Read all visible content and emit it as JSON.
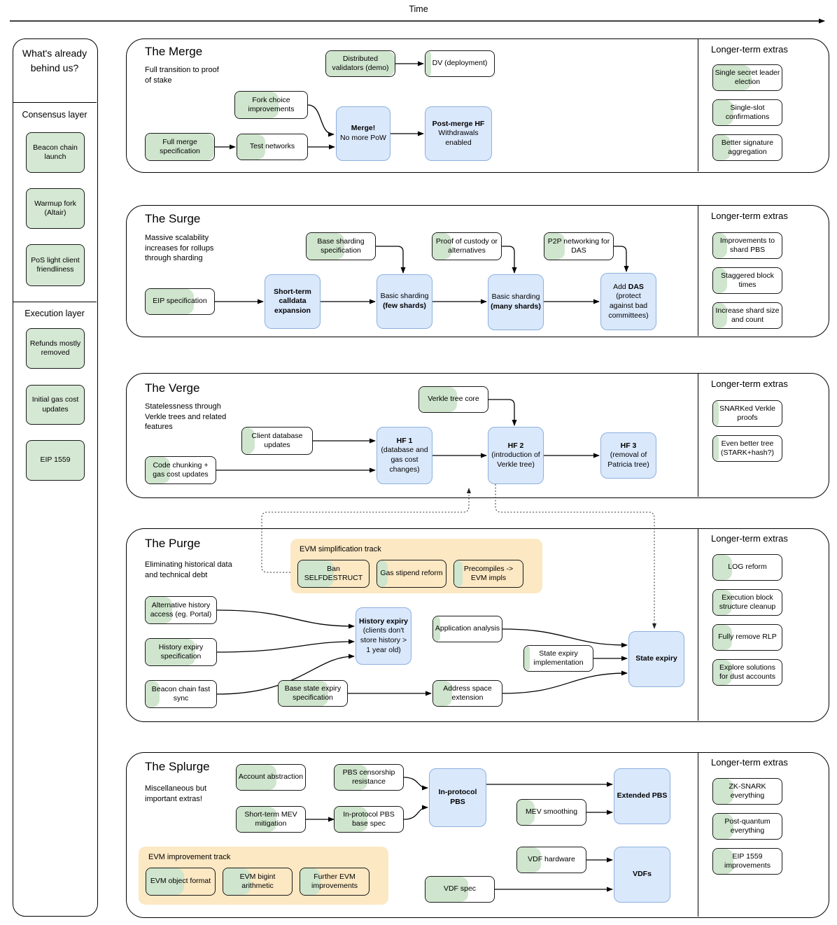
{
  "time_label": "Time",
  "colors": {
    "done_green": "#d5e8d4",
    "progress_green": "#cfe5cd",
    "milestone_blue": "#dae8fc",
    "milestone_blue_border": "#8db0dd",
    "track_yellow": "#fce8c3"
  },
  "sidebar": {
    "title": "What's already behind us?",
    "consensus": {
      "label": "Consensus layer",
      "items": [
        "Beacon chain launch",
        "Warmup fork (Altair)",
        "PoS light client friendliness"
      ]
    },
    "execution": {
      "label": "Execution layer",
      "items": [
        "Refunds mostly removed",
        "Initial gas cost updates",
        "EIP 1559"
      ]
    }
  },
  "merge": {
    "title": "The Merge",
    "subtitle": "Full transition to proof of stake",
    "extras_title": "Longer-term extras",
    "nodes": {
      "distributed_validators": {
        "label": "Distributed validators (demo)",
        "progress": 100
      },
      "dv_deployment": {
        "label": "DV (deployment)",
        "progress": 8
      },
      "fork_choice": {
        "label": "Fork choice improvements",
        "progress": 60
      },
      "full_merge_spec": {
        "label": "Full merge specification",
        "progress": 100
      },
      "test_networks": {
        "label": "Test networks",
        "progress": 40
      },
      "merge": {
        "bold": "Merge!",
        "rest": "No more PoW"
      },
      "post_merge_hf": {
        "bold": "Post-merge HF",
        "rest": "Withdrawals enabled"
      }
    },
    "extras": [
      {
        "label": "Single secret leader election",
        "progress": 55
      },
      {
        "label": "Single-slot confirmations",
        "progress": 30
      },
      {
        "label": "Better signature aggregation",
        "progress": 25
      }
    ]
  },
  "surge": {
    "title": "The Surge",
    "subtitle": "Massive scalability increases for rollups through sharding",
    "extras_title": "Longer-term extras",
    "nodes": {
      "eip_spec": {
        "label": "EIP specification",
        "progress": 70
      },
      "base_sharding_spec": {
        "label": "Base sharding specification",
        "progress": 55
      },
      "proof_custody": {
        "label": "Proof of custody or alternatives",
        "progress": 28
      },
      "p2p_das": {
        "label": "P2P networking for DAS",
        "progress": 30
      },
      "shortterm_calldata": {
        "bold": "Short-term calldata expansion"
      },
      "few_shards": {
        "label": "Basic sharding",
        "bold": "(few shards)"
      },
      "many_shards": {
        "label": "Basic sharding",
        "bold": "(many shards)"
      },
      "add_das": {
        "pre": "Add",
        "bold": "DAS",
        "rest": "(protect against bad committees)"
      }
    },
    "extras": [
      {
        "label": "Improvements to shard PBS",
        "progress": 20
      },
      {
        "label": "Staggered block times",
        "progress": 20
      },
      {
        "label": "Increase shard size and count",
        "progress": 20
      }
    ]
  },
  "verge": {
    "title": "The Verge",
    "subtitle": "Statelessness through Verkle trees and related features",
    "extras_title": "Longer-term extras",
    "nodes": {
      "verkle_core": {
        "label": "Verkle tree core",
        "progress": 55
      },
      "client_db": {
        "label": "Client database updates",
        "progress": 18
      },
      "code_chunking": {
        "label": "Code chunking + gas cost updates",
        "progress": 35
      },
      "hf1": {
        "bold": "HF 1",
        "rest": "(database and gas cost changes)"
      },
      "hf2": {
        "bold": "HF 2",
        "rest": "(introduction of Verkle tree)"
      },
      "hf3": {
        "bold": "HF 3",
        "rest": "(removal of Patricia tree)"
      }
    },
    "extras": [
      {
        "label": "SNARKed Verkle proofs",
        "progress": 8
      },
      {
        "label": "Even better tree (STARK+hash?)",
        "progress": 8
      }
    ]
  },
  "purge": {
    "title": "The Purge",
    "subtitle": "Eliminating historical data and technical debt",
    "track_label": "EVM simplification track",
    "extras_title": "Longer-term extras",
    "nodes": {
      "ban_selfdestruct": {
        "label": "Ban SELFDESTRUCT",
        "progress": 50
      },
      "gas_stipend": {
        "label": "Gas stipend reform",
        "progress": 15
      },
      "precompiles": {
        "label": "Precompiles -> EVM impls",
        "progress": 12
      },
      "alt_history": {
        "label": "Alternative history access (eg. Portal)",
        "progress": 38
      },
      "history_expiry_spec": {
        "label": "History expiry specification",
        "progress": 70
      },
      "beacon_fast_sync": {
        "label": "Beacon chain fast sync",
        "progress": 20
      },
      "base_state_expiry": {
        "label": "Base state expiry specification",
        "progress": 72
      },
      "app_analysis": {
        "label": "Application analysis",
        "progress": 10
      },
      "state_expiry_impl": {
        "label": "State expiry implementation",
        "progress": 8
      },
      "address_space": {
        "label": "Address space extension",
        "progress": 28
      },
      "history_expiry": {
        "bold": "History expiry",
        "rest": "(clients don't store history > 1 year old)"
      },
      "state_expiry": {
        "bold": "State expiry"
      }
    },
    "extras": [
      {
        "label": "LOG reform",
        "progress": 28
      },
      {
        "label": "Execution block structure cleanup",
        "progress": 28
      },
      {
        "label": "Fully remove RLP",
        "progress": 28
      },
      {
        "label": "Explore solutions for dust accounts",
        "progress": 28
      }
    ]
  },
  "splurge": {
    "title": "The Splurge",
    "subtitle": "Miscellaneous but important extras!",
    "track_label": "EVM improvement track",
    "extras_title": "Longer-term extras",
    "nodes": {
      "account_abstraction": {
        "label": "Account abstraction",
        "progress": 58
      },
      "pbs_censorship": {
        "label": "PBS censorship resistance",
        "progress": 48
      },
      "shortterm_mev": {
        "label": "Short-term MEV mitigation",
        "progress": 58
      },
      "inprotocol_pbs_spec": {
        "label": "In-protocol PBS base spec",
        "progress": 48
      },
      "mev_smoothing": {
        "label": "MEV smoothing",
        "progress": 25
      },
      "vdf_hardware": {
        "label": "VDF hardware",
        "progress": 35
      },
      "vdf_spec": {
        "label": "VDF spec",
        "progress": 62
      },
      "evm_object": {
        "label": "EVM object format",
        "progress": 55
      },
      "evm_bigint": {
        "label": "EVM bigint arithmetic",
        "progress": 40
      },
      "further_evm": {
        "label": "Further EVM improvements",
        "progress": 30
      },
      "inprotocol_pbs": {
        "bold": "In-protocol PBS"
      },
      "extended_pbs": {
        "bold": "Extended PBS"
      },
      "vdfs": {
        "bold": "VDFs"
      }
    },
    "extras": [
      {
        "label": "ZK-SNARK everything",
        "progress": 30
      },
      {
        "label": "Post-quantum everything",
        "progress": 30
      },
      {
        "label": "EIP 1559 improvements",
        "progress": 30
      }
    ]
  }
}
